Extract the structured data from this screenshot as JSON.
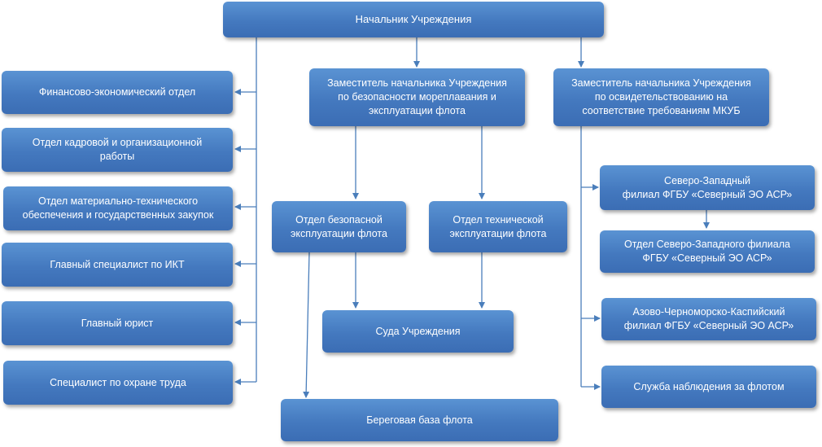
{
  "nodes": {
    "head": "Начальник Учреждения",
    "deputy_safety": "Заместитель начальника Учреждения\nпо безопасности мореплавания и\nэксплуатации флота",
    "deputy_cert": "Заместитель начальника Учреждения\nпо освидетельствованию на\nсоответствие требованиям МКУБ",
    "finance": "Финансово-экономический отдел",
    "hr": "Отдел кадровой и организационной\nработы",
    "procurement": "Отдел материально-технического\nобеспечения и государственных закупок",
    "ict": "Главный специалист по ИКТ",
    "lawyer": "Главный юрист",
    "labor_safety": "Специалист по охране труда",
    "safe_operation": "Отдел безопасной\nэксплуатации флота",
    "tech_operation": "Отдел технической\nэксплуатации флота",
    "vessels": "Суда Учреждения",
    "coastal_base": "Береговая база флота",
    "nw_branch": "Северо-Западный\nфилиал ФГБУ «Северный ЭО АСР»",
    "nw_branch_dept": "Отдел Северо-Западного филиала\nФГБУ «Северный ЭО АСР»",
    "azov_branch": "Азово-Черноморско-Каспийский\nфилиал ФГБУ «Северный ЭО АСР»",
    "fleet_monitoring": "Служба наблюдения за флотом"
  }
}
